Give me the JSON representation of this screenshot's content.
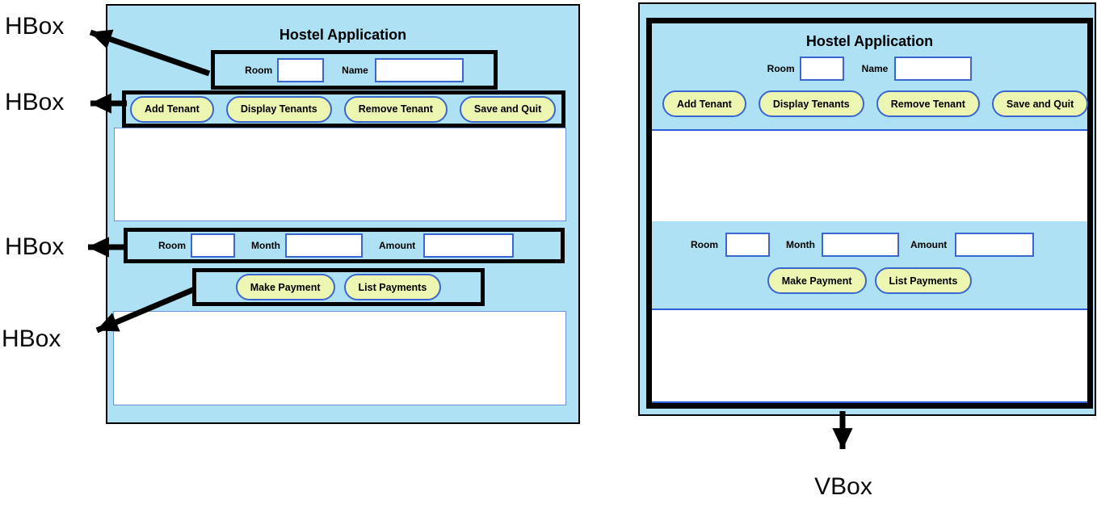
{
  "annotations": {
    "hbox_labels": [
      "HBox",
      "HBox",
      "HBox",
      "HBox"
    ],
    "vbox_label": "VBox"
  },
  "app": {
    "title": "Hostel Application",
    "tenant_row": {
      "room_label": "Room",
      "room_value": "",
      "name_label": "Name",
      "name_value": ""
    },
    "tenant_buttons": [
      {
        "label": "Add Tenant"
      },
      {
        "label": "Display Tenants"
      },
      {
        "label": "Remove Tenant"
      },
      {
        "label": "Save and Quit"
      }
    ],
    "tenant_text_area": {
      "value": ""
    },
    "payment_row": {
      "room_label": "Room",
      "room_value": "",
      "month_label": "Month",
      "month_value": "",
      "amount_label": "Amount",
      "amount_value": ""
    },
    "payment_buttons": [
      {
        "label": "Make Payment"
      },
      {
        "label": "List Payments"
      }
    ],
    "payment_text_area": {
      "value": ""
    }
  },
  "colors": {
    "window_background": "#ADE1F3",
    "button_fill": "#EDF6B0",
    "control_border": "#3A66D0",
    "panel_border": "#2B5FD9",
    "annotation_black": "#000000",
    "textarea_border": "#6A93D8"
  }
}
